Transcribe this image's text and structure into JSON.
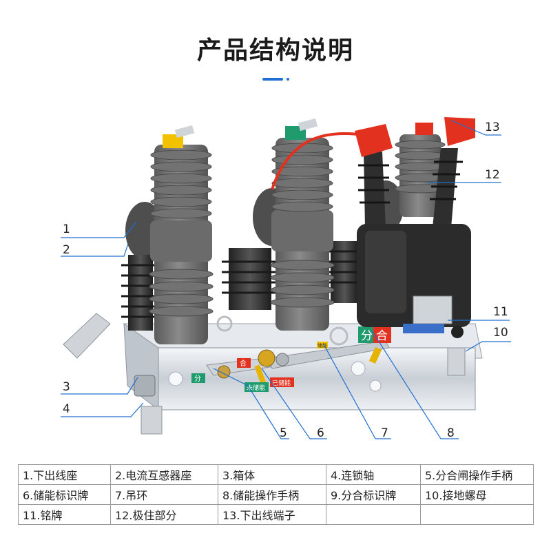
{
  "title": "产品结构说明",
  "panel_labels": {
    "fen": "分",
    "he": "合",
    "fen_small": "分",
    "he_small": "合",
    "weichuneng": "未储能",
    "yichuneng": "已储能",
    "chuneng": "储能"
  },
  "callouts": [
    "1",
    "2",
    "3",
    "4",
    "5",
    "6",
    "7",
    "8",
    "10",
    "11",
    "12",
    "13"
  ],
  "legend": [
    [
      "1.下出线座",
      "2.电流互感器座",
      "3.箱体",
      "4.连锁轴",
      "5.分合闸操作手柄"
    ],
    [
      "6.储能标识牌",
      "7.吊环",
      "8.储能操作手柄",
      "9.分合标识牌",
      "10.接地螺母"
    ],
    [
      "11.铭牌",
      "12.极住部分",
      "13.下出线端子",
      "",
      ""
    ]
  ],
  "colors": {
    "accent": "#1e6fd1",
    "insulator": "#6b6b6b",
    "frame": "#d9dde2",
    "yellow_tag": "#f2c200",
    "green_tag": "#1f9b6e",
    "red_cap": "#e2311f",
    "pt_box": "#2b2b2b"
  }
}
